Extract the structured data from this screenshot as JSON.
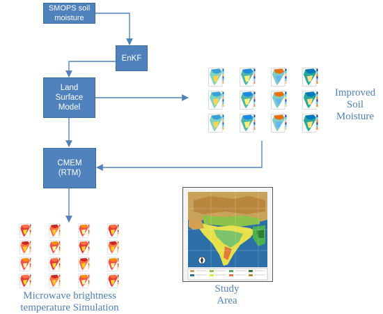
{
  "nodes": {
    "smops": "SMOPS soil\nmoisture",
    "enkf": "EnKF",
    "lsm": "Land\nSurface\nModel",
    "cmem": "CMEM\n(RTM)"
  },
  "captions": {
    "improved": "Improved\nSoil\nMoisture",
    "microwave": "Microwave brightness\ntemperature Simulation",
    "study": "Study\nArea"
  },
  "colors": {
    "box_fill": "#4f81bd",
    "box_text": "#ffffff",
    "arrow": "#4f81bd",
    "caption": "#4f81bd"
  },
  "icons": {
    "soil_moisture_maps": "india-soil-moisture-map-thumbnail",
    "brightness_maps": "india-brightness-temperature-map-thumbnail",
    "study_area": "india-land-cover-map"
  }
}
